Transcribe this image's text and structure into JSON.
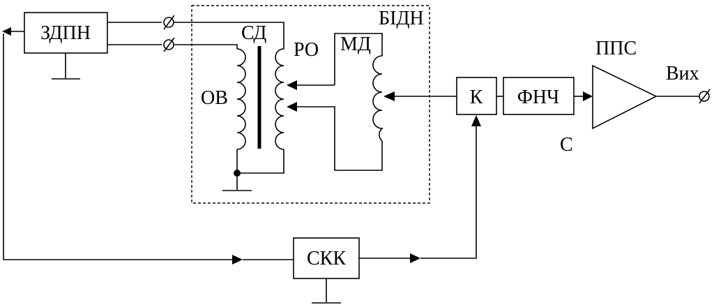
{
  "labels": {
    "zdpn": "ЗДПН",
    "sd": "СД",
    "bidn": "БІДН",
    "ro": "РО",
    "md": "МД",
    "ov": "ОВ",
    "k": "К",
    "fnch": "ФНЧ",
    "pps": "ППС",
    "vyh": "Вих",
    "c": "С",
    "skk": "СКК"
  },
  "colors": {
    "line": "#000000",
    "background": "#ffffff"
  }
}
